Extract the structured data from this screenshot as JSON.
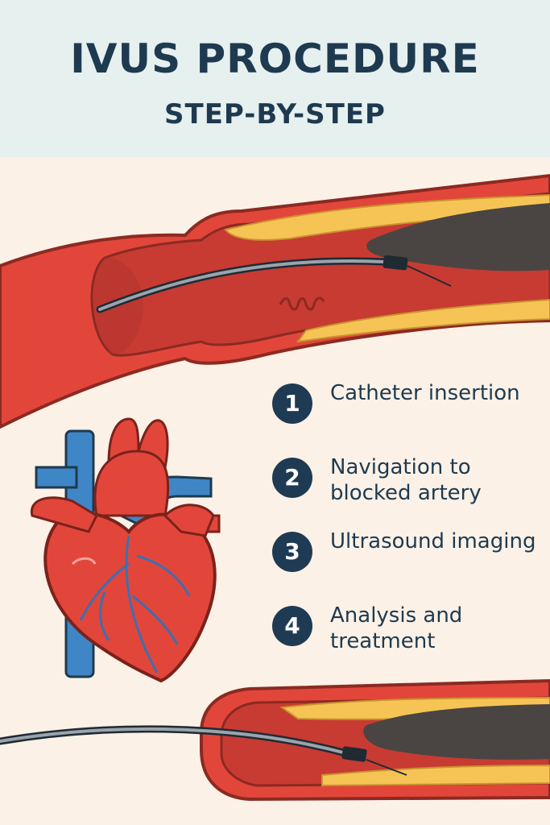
{
  "header": {
    "title": "IVUS PROCEDURE",
    "subtitle": "STEP-BY-STEP"
  },
  "steps": [
    {
      "number": "1",
      "label": "Catheter insertion"
    },
    {
      "number": "2",
      "label": "Navigation to blocked artery"
    },
    {
      "number": "3",
      "label": "Ultrasound imaging"
    },
    {
      "number": "4",
      "label": "Analysis and treatment"
    }
  ],
  "colors": {
    "header_bg": "#e6f0ef",
    "page_bg": "#fbf1e6",
    "title": "#1e3a50",
    "artery_red": "#e2463a",
    "plaque_yellow": "#f6c455",
    "plaque_dark": "#4a4543",
    "vein_blue": "#3f86c6"
  }
}
